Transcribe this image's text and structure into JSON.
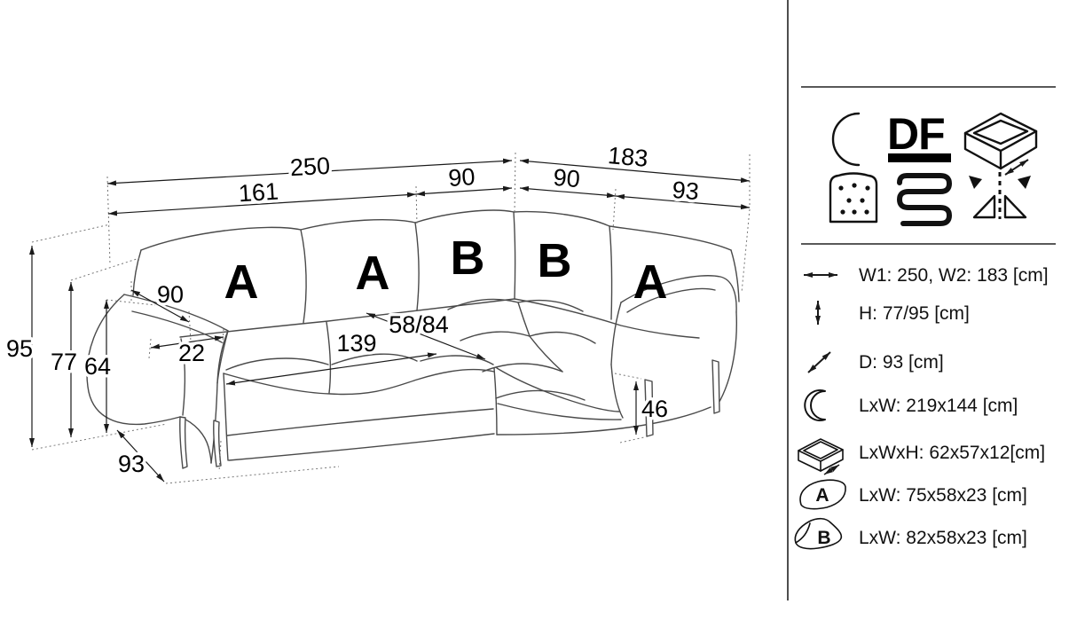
{
  "diagram": {
    "cushion_labels": [
      "A",
      "A",
      "B",
      "B",
      "A"
    ],
    "dimensions": {
      "width_total": "250",
      "width_right": "183",
      "seg_left": "161",
      "seg_corner_left": "90",
      "seg_corner_right": "90",
      "seg_right": "93",
      "height_max": "95",
      "height_back": "77",
      "height_arm": "64",
      "arm_diagonal": "90",
      "arm_width": "22",
      "seat_width": "139",
      "seat_depth": "58/84",
      "depth": "93",
      "seat_height": "46"
    }
  },
  "panel": {
    "df_label": "DF",
    "colors": {
      "line": "#111111",
      "background": "#ffffff"
    },
    "feature_icons": [
      "moon-icon",
      "df-function-icon",
      "storage-drawer-icon",
      "mattress-icon",
      "spring-icon",
      "fold-out-icon"
    ],
    "specs": [
      {
        "icon": "width-arrow-icon",
        "text": "W1: 250, W2: 183 [cm]"
      },
      {
        "icon": "height-arrow-icon",
        "text": "H: 77/95 [cm]"
      },
      {
        "icon": "depth-arrow-icon",
        "text": "D: 93 [cm]"
      },
      {
        "icon": "sleeping-area-moon-icon",
        "text": "LxW: 219x144 [cm]"
      },
      {
        "icon": "storage-box-icon",
        "text": "LxWxH: 62x57x12[cm]"
      },
      {
        "icon": "cushion-a-icon",
        "text": "LxW: 75x58x23 [cm]",
        "badge": "A"
      },
      {
        "icon": "cushion-b-icon",
        "text": "LxW: 82x58x23 [cm]",
        "badge": "B"
      }
    ]
  }
}
